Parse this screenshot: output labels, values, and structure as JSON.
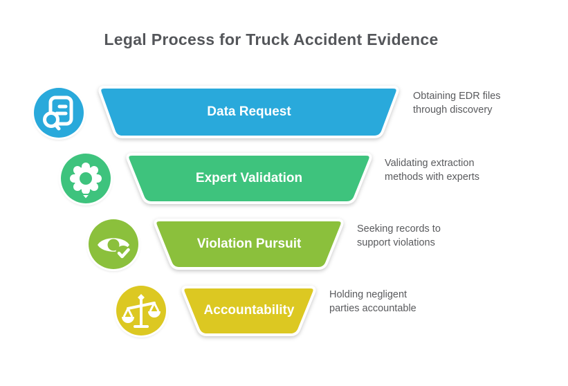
{
  "title": "Legal Process for Truck Accident Evidence",
  "palette": {
    "background": "#FFFFFF",
    "title_text": "#54565A",
    "description_text": "#595A5D",
    "stage_label_text": "#FFFFFF"
  },
  "stages": [
    {
      "label": "Data Request",
      "color": "#29A9DB",
      "icon": "document-search-icon",
      "desc_line1": "Obtaining EDR files",
      "desc_line2": "through discovery"
    },
    {
      "label": "Expert Validation",
      "color": "#3EC37D",
      "icon": "gear-icon",
      "desc_line1": "Validating extraction",
      "desc_line2": "methods with experts"
    },
    {
      "label": "Violation Pursuit",
      "color": "#8BC03C",
      "icon": "eye-check-icon",
      "desc_line1": "Seeking records to",
      "desc_line2": "support violations"
    },
    {
      "label": "Accountability",
      "color": "#DCC822",
      "icon": "scales-icon",
      "desc_line1": "Holding negligent",
      "desc_line2": "parties accountable"
    }
  ]
}
